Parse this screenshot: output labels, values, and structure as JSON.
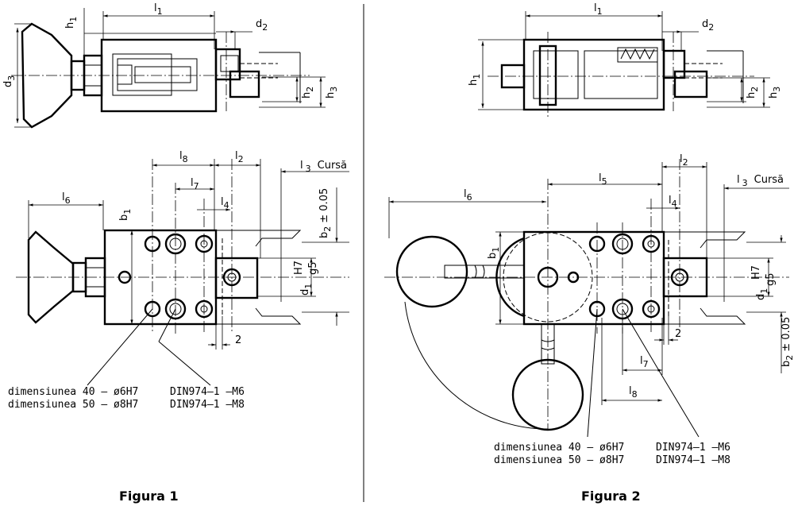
{
  "figure1": {
    "caption": "Figura 1",
    "labels": {
      "l1": "l",
      "l1_sub": "1",
      "h1": "h",
      "h1_sub": "1",
      "d2": "d",
      "d2_sub": "2",
      "d3": "d",
      "d3_sub": "3",
      "h2": "h",
      "h2_sub": "2",
      "h3": "h",
      "h3_sub": "3",
      "l8": "l",
      "l8_sub": "8",
      "l2": "l",
      "l2_sub": "2",
      "l3": "l",
      "l3_sub": "3",
      "stroke": "Cursă",
      "l7": "l",
      "l7_sub": "7",
      "l4": "l",
      "l4_sub": "4",
      "l6": "l",
      "l6_sub": "6",
      "b1": "b",
      "b1_sub": "1",
      "b2": "b",
      "b2_sub": "2",
      "b2_tol": "± 0.05",
      "h7": "H7",
      "g5": "g5",
      "d1": "d",
      "d1_sub": "1",
      "two": "2"
    },
    "notes": [
      {
        "size": "dimensiunea 40 – ø6H7",
        "din": "DIN974–1 –M6"
      },
      {
        "size": "dimensiunea 50 – ø8H7",
        "din": "DIN974–1 –M8"
      }
    ]
  },
  "figure2": {
    "caption": "Figura 2",
    "labels": {
      "l1": "l",
      "l1_sub": "1",
      "d2": "d",
      "d2_sub": "2",
      "h1": "h",
      "h1_sub": "1",
      "h2": "h",
      "h2_sub": "2",
      "h3": "h",
      "h3_sub": "3",
      "l2": "l",
      "l2_sub": "2",
      "l5": "l",
      "l5_sub": "5",
      "l3": "l",
      "l3_sub": "3",
      "stroke": "Cursă",
      "l6": "l",
      "l6_sub": "6",
      "l4": "l",
      "l4_sub": "4",
      "b1": "b",
      "b1_sub": "1",
      "h7": "H7",
      "g5": "g5",
      "d1": "d",
      "d1_sub": "1",
      "two": "2",
      "b2": "b",
      "b2_sub": "2",
      "b2_tol": "± 0.05",
      "l7": "l",
      "l7_sub": "7",
      "l8": "l",
      "l8_sub": "8"
    },
    "notes": [
      {
        "size": "dimensiunea 40 – ø6H7",
        "din": "DIN974–1 –M6"
      },
      {
        "size": "dimensiunea 50 – ø8H7",
        "din": "DIN974–1 –M8"
      }
    ]
  }
}
